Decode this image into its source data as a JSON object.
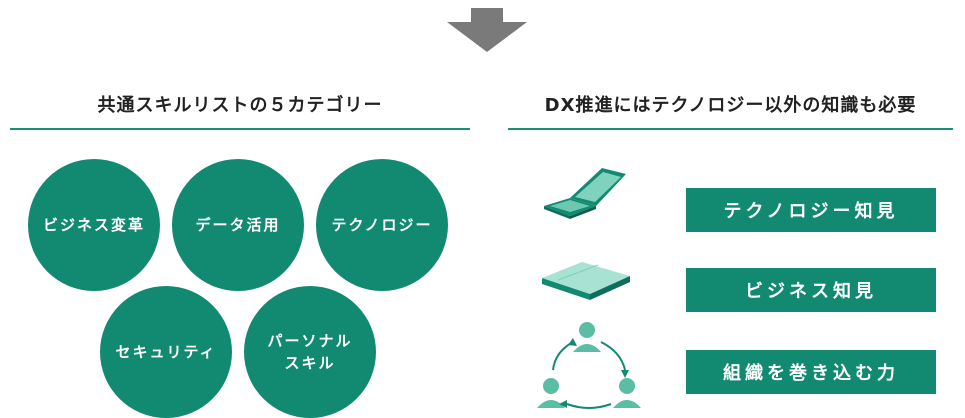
{
  "left_panel": {
    "title": "共通スキルリストの５カテゴリー",
    "categories": [
      "ビジネス変革",
      "データ活用",
      "テクノロジー",
      "セキュリティ",
      "パーソナル\nスキル"
    ]
  },
  "right_panel": {
    "title": "DX推進にはテクノロジー以外の知識も必要",
    "items": [
      {
        "icon": "laptop-icon",
        "label": "テクノロジー知見"
      },
      {
        "icon": "book-icon",
        "label": "ビジネス知見"
      },
      {
        "icon": "people-cycle-icon",
        "label": "組織を巻き込む力"
      }
    ]
  },
  "colors": {
    "primary_green": "#128a72",
    "arrow_gray": "#7a7a7a"
  }
}
